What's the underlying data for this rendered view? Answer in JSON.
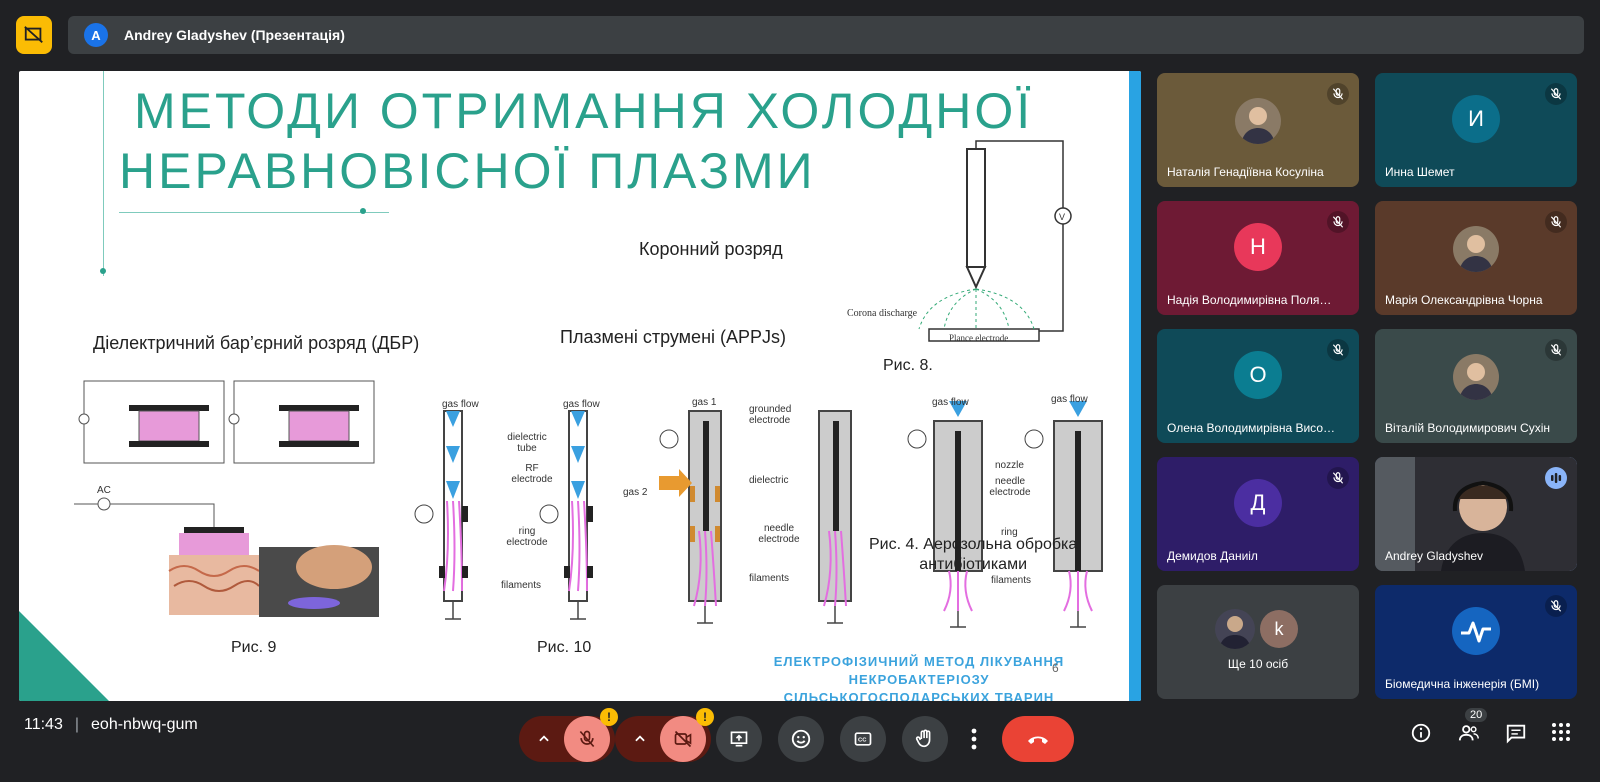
{
  "presenter": {
    "avatar_letter": "A",
    "label": "Andrey Gladyshev (Презентація)"
  },
  "slide": {
    "title_line1": "МЕТОДИ ОТРИМАННЯ ХОЛОДНОЇ",
    "title_line2": "НЕРАВНОВІСНОЇ ПЛАЗМИ",
    "corona_label": "Коронний розряд",
    "dbd_label": "Діелектричний бар’єрний розряд (ДБР)",
    "appj_label": "Плазмені струмені (APPJs)",
    "fig8": "Рис. 8.",
    "fig9": "Рис. 9",
    "fig10": "Рис. 10",
    "fig4_line1": "Рис. 4. Аерозольна обробка",
    "fig4_line2": "антибіотиками",
    "corona_discharge": "Corona discharge",
    "plance_electrode": "Plance electrode",
    "ac": "AC",
    "gas_flow": "gas flow",
    "dielectric_tube": "dielectric tube",
    "rf_electrode": "RF electrode",
    "ring_electrode": "ring electrode",
    "filaments": "filaments",
    "gas1": "gas 1",
    "gas2": "gas 2",
    "grounded_electrode": "grounded electrode",
    "dielectric": "dielectric",
    "needle_electrode": "needle electrode",
    "nozzle": "nozzle",
    "ring": "ring",
    "footer_line1": "ЕЛЕКТРОФІЗИЧНИЙ МЕТОД ЛІКУВАННЯ НЕКРОБАКТЕРІОЗУ",
    "footer_line2": "СІЛЬСЬКОГОСПОДАРСЬКИХ ТВАРИН",
    "page_number": "6"
  },
  "participants": [
    {
      "name": "Наталія Генадіївна Косуліна",
      "type": "photo",
      "bg": "#6b5a3a",
      "muted": true
    },
    {
      "name": "Инна Шемет",
      "type": "letter",
      "letter": "И",
      "avatar": "#0b6e8a",
      "bg": "#0f4a58",
      "muted": true
    },
    {
      "name": "Надія Володимирівна Полян…",
      "type": "letter",
      "letter": "Н",
      "avatar": "#e8385a",
      "bg": "#6e1a34",
      "muted": true
    },
    {
      "name": "Марія Олександрівна Чорна",
      "type": "photo",
      "bg": "#5a3a2a",
      "muted": true
    },
    {
      "name": "Олена Володимирівна Висо…",
      "type": "letter",
      "letter": "О",
      "avatar": "#0b7d91",
      "bg": "#0f4a58",
      "muted": true
    },
    {
      "name": "Віталій Володимирович Сухін",
      "type": "photo",
      "bg": "#3a4a4a",
      "muted": true
    },
    {
      "name": "Демидов Даниіл",
      "type": "letter",
      "letter": "Д",
      "avatar": "#4b2ea1",
      "bg": "#2e1d68",
      "muted": true
    },
    {
      "name": "Andrey Gladyshev",
      "type": "video",
      "bg": "#3a3a40",
      "muted": false
    },
    {
      "name": "Ще 10 осіб",
      "type": "group",
      "letter": "k",
      "bg": "#3c4043"
    },
    {
      "name": "Біомедична інженерія (БМІ)",
      "type": "logo",
      "avatar": "#1565c0",
      "bg": "#0d2a6a",
      "muted": true
    }
  ],
  "bottom": {
    "time": "11:43",
    "meeting_code": "eoh-nbwq-gum",
    "people_count": "20",
    "warning_mark": "!"
  }
}
